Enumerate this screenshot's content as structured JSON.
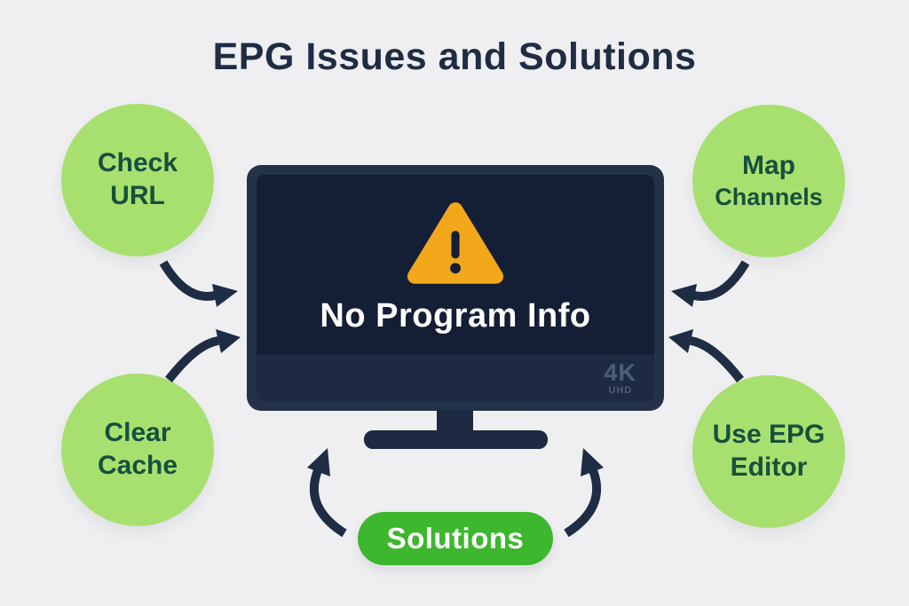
{
  "title": "EPG Issues and Solutions",
  "colors": {
    "background": "#efeff1",
    "navy": "#1e2c44",
    "issue_circle_green": "#a8e070",
    "issue_text_green": "#17503c",
    "solutions_pill_green": "#3db72e",
    "warning_amber": "#f3a81c",
    "tv_bezel": "#233248",
    "tv_screen": "#141f36",
    "screen_text_white": "#ffffff",
    "badge_slate": "#4d5f77"
  },
  "issues": [
    {
      "id": "check-url",
      "line1": "Check",
      "line2": "URL",
      "position": "top-left"
    },
    {
      "id": "map-channels",
      "line1": "Map",
      "line2": "Channels",
      "position": "top-right"
    },
    {
      "id": "clear-cache",
      "line1": "Clear",
      "line2": "Cache",
      "position": "bottom-left"
    },
    {
      "id": "use-epg-editor",
      "line1": "Use EPG",
      "line2": "Editor",
      "position": "bottom-right"
    }
  ],
  "tv": {
    "message": "No Program Info",
    "badge_main": "4K",
    "badge_sub": "UHD"
  },
  "solutions_label": "Solutions",
  "icons": [
    "warning-triangle-icon",
    "arrow-check-url-to-tv-icon",
    "arrow-clear-cache-to-tv-icon",
    "arrow-map-channels-to-tv-icon",
    "arrow-epg-editor-to-tv-icon",
    "arrow-solutions-left-icon",
    "arrow-solutions-right-icon"
  ]
}
